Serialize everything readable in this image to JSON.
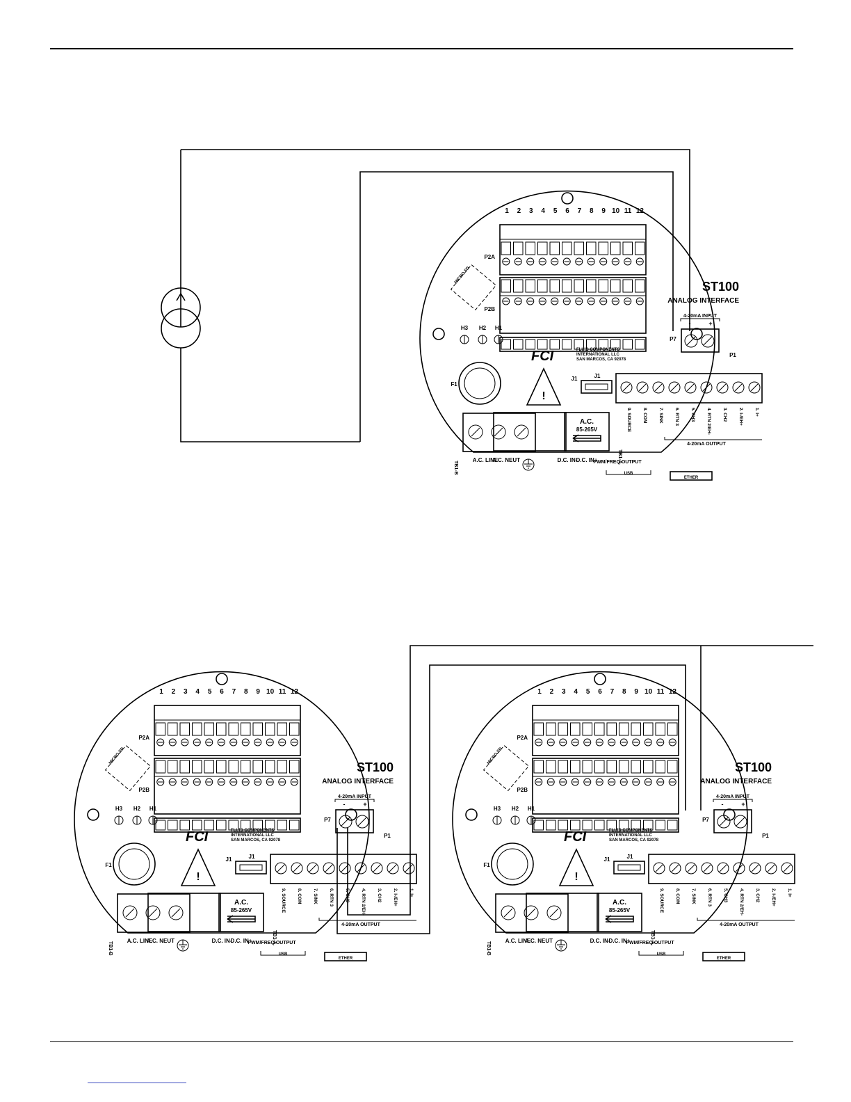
{
  "colors": {
    "line": "#000000",
    "background": "#ffffff",
    "link": "#3b4cc0"
  },
  "board": {
    "model": "ST100",
    "interface": "ANALOG INTERFACE",
    "terminal_numbers": [
      "1",
      "2",
      "3",
      "4",
      "5",
      "6",
      "7",
      "8",
      "9",
      "10",
      "11",
      "12"
    ],
    "labels": {
      "p2a": "P2A",
      "p2b": "P2B",
      "p7": "P7",
      "p1": "P1",
      "j1": "J1",
      "f1": "F1",
      "h3": "H3",
      "h2": "H2",
      "h1": "H1",
      "micro_sd": "MICRO SD",
      "tb1b": "TB1-B",
      "tb1a": "TB1-A",
      "input_4_20": "4-20mA INPUT",
      "input_minus": "-",
      "input_plus": "+",
      "ac_title": "A.C.",
      "ac_range": "85-265V",
      "ac_line": "A.C. LINE",
      "ac_neut": "A.C. NEUT",
      "dc_in_minus": "D.C. IN-",
      "dc_in_plus": "D.C. IN+",
      "pwm_output": "PWM/FREQ OUTPUT",
      "output_4_20": "4-20mA OUTPUT",
      "usb": "USB",
      "ether": "ETHER",
      "company_line1": "FLUID COMPONENTS",
      "company_line2": "INTERNATIONAL LLC",
      "company_line3": "SAN MARCOS, CA 92078",
      "logo_text": "FCI"
    },
    "p1_terminals": [
      "9. SOURCE",
      "8. COM",
      "7. SINK",
      "6. RTN 3",
      "5. CH3",
      "4. RTN 2/EH-",
      "3. CH2",
      "2. I-/EH+",
      "1. I+"
    ]
  }
}
